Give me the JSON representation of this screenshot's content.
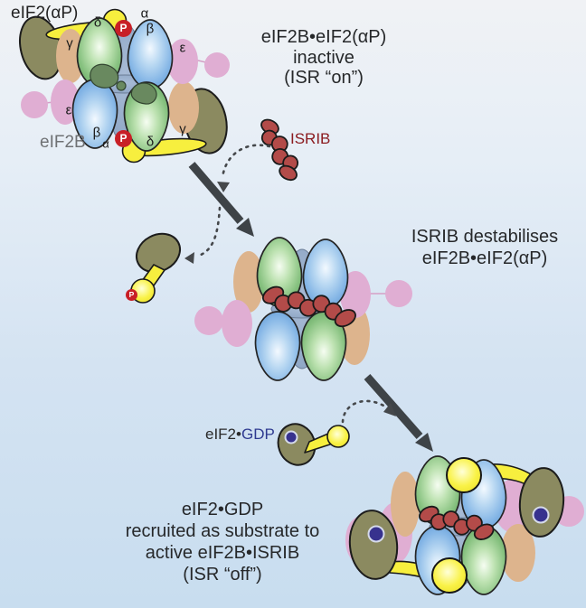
{
  "palette": {
    "background_top": "#f0f2f5",
    "background_bottom": "#c8ddef",
    "eif2b_green": "#6db36b",
    "eif2b_blue": "#79ade0",
    "eif2b_core_blue": "#8fa7c6",
    "eif2b_tan": "#ddb48d",
    "eif2b_pink": "#e0aed3",
    "eif2_olive": "#8b8a60",
    "eif2_yellow": "#f7ef3e",
    "isrib_red": "#b34b49",
    "phosphate_red": "#c81f26",
    "gdp_blue": "#37328e",
    "arrow_gray": "#3e4347",
    "caption_text": "#26282a",
    "eif2b_label_gray": "#6f7174",
    "isrib_label_maroon": "#8b1c20",
    "gdp_label_blue": "#2e3a90"
  },
  "stage1": {
    "molecule_top_label": "eIF2(αP)",
    "molecule_bottom_label": "eIF2B",
    "phosphate_label": "P",
    "isrib_label": "ISRIB",
    "subunits": {
      "delta_top": "δ",
      "alpha_top": "α",
      "beta_top": "β",
      "gamma_top": "γ",
      "epsilon_right": "ε",
      "epsilon_left": "ε",
      "beta_bottom": "β",
      "alpha_bottom": "α",
      "delta_bottom": "δ",
      "gamma_bottom": "γ"
    },
    "caption": {
      "line1": "eIF2B•eIF2(αP)",
      "line2": "inactive",
      "line3": "(ISR “on”)"
    }
  },
  "stage2": {
    "caption": {
      "line1": "ISRIB destabilises",
      "line2": "eIF2B•eIF2(αP)"
    },
    "released_phosphate_label": "P"
  },
  "stage3": {
    "substrate_label_prefix": "eIF2•",
    "substrate_label_suffix": "GDP",
    "caption": {
      "line1": "eIF2•GDP",
      "line2": "recruited as substrate to",
      "line3": "active eIF2B•ISRIB",
      "line4": "(ISR “off”)"
    }
  }
}
